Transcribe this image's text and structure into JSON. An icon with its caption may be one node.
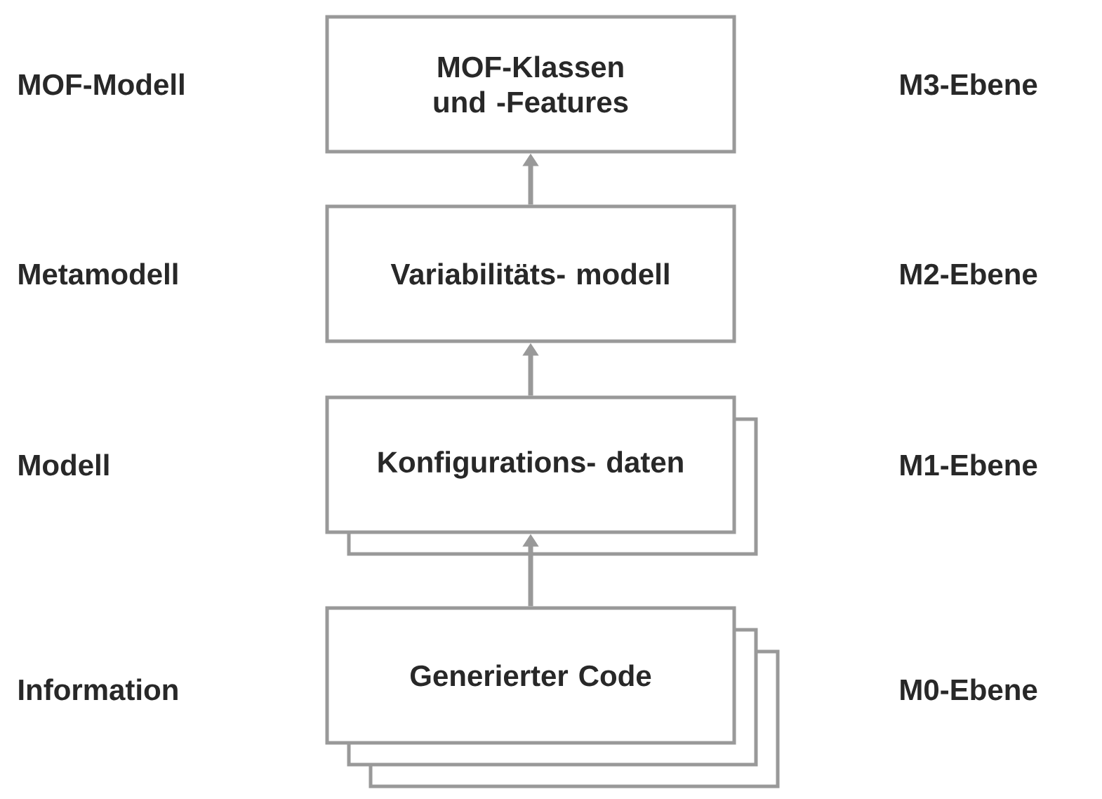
{
  "diagram": {
    "nodes": [
      {
        "text": [
          "MOF-Klassen und -Features"
        ]
      },
      {
        "text": [
          "Variabilitäts- modell"
        ]
      },
      {
        "text": [
          "Konfigurations- daten"
        ]
      },
      {
        "text": [
          "Generierter Code"
        ]
      }
    ],
    "edges": [
      {
        "from": 1,
        "to": 0,
        "arrow": "to"
      },
      {
        "from": 2,
        "to": 1,
        "arrow": "to"
      },
      {
        "from": 3,
        "to": 2,
        "arrow": "to"
      }
    ],
    "labels": [
      "MOF-Modell",
      "M3-Ebene",
      "Metamodell",
      "M2-Ebene",
      "Modell",
      "M1-Ebene",
      "Information",
      "M0-Ebene"
    ]
  }
}
